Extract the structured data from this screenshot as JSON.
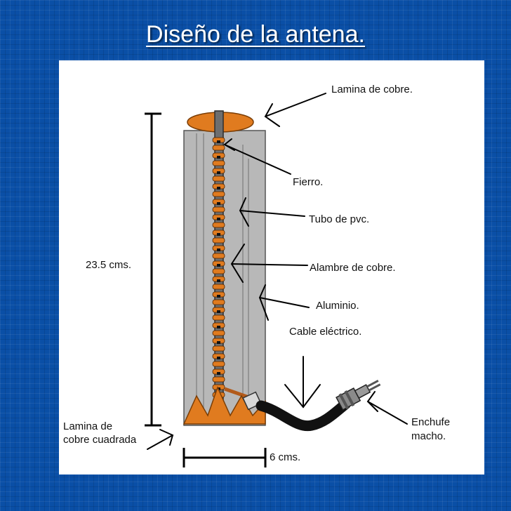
{
  "title": "Diseño de la antena.",
  "diagram": {
    "labels": {
      "lamina_cobre": "Lamina de cobre.",
      "fierro": "Fierro.",
      "tubo_pvc": "Tubo de pvc.",
      "alambre_cobre": "Alambre de cobre.",
      "aluminio": "Aluminio.",
      "cable_electrico": "Cable eléctrico.",
      "altura": "23.5 cms.",
      "ancho": "6 cms.",
      "lamina_cuadrada_1": "Lamina de",
      "lamina_cuadrada_2": "cobre cuadrada",
      "enchufe_1": "Enchufe",
      "enchufe_2": "macho."
    },
    "colors": {
      "copper": "#e07b1f",
      "pvc_tube": "#b8b8b8",
      "cable": "#111111",
      "plug": "#8a8a8a"
    }
  }
}
